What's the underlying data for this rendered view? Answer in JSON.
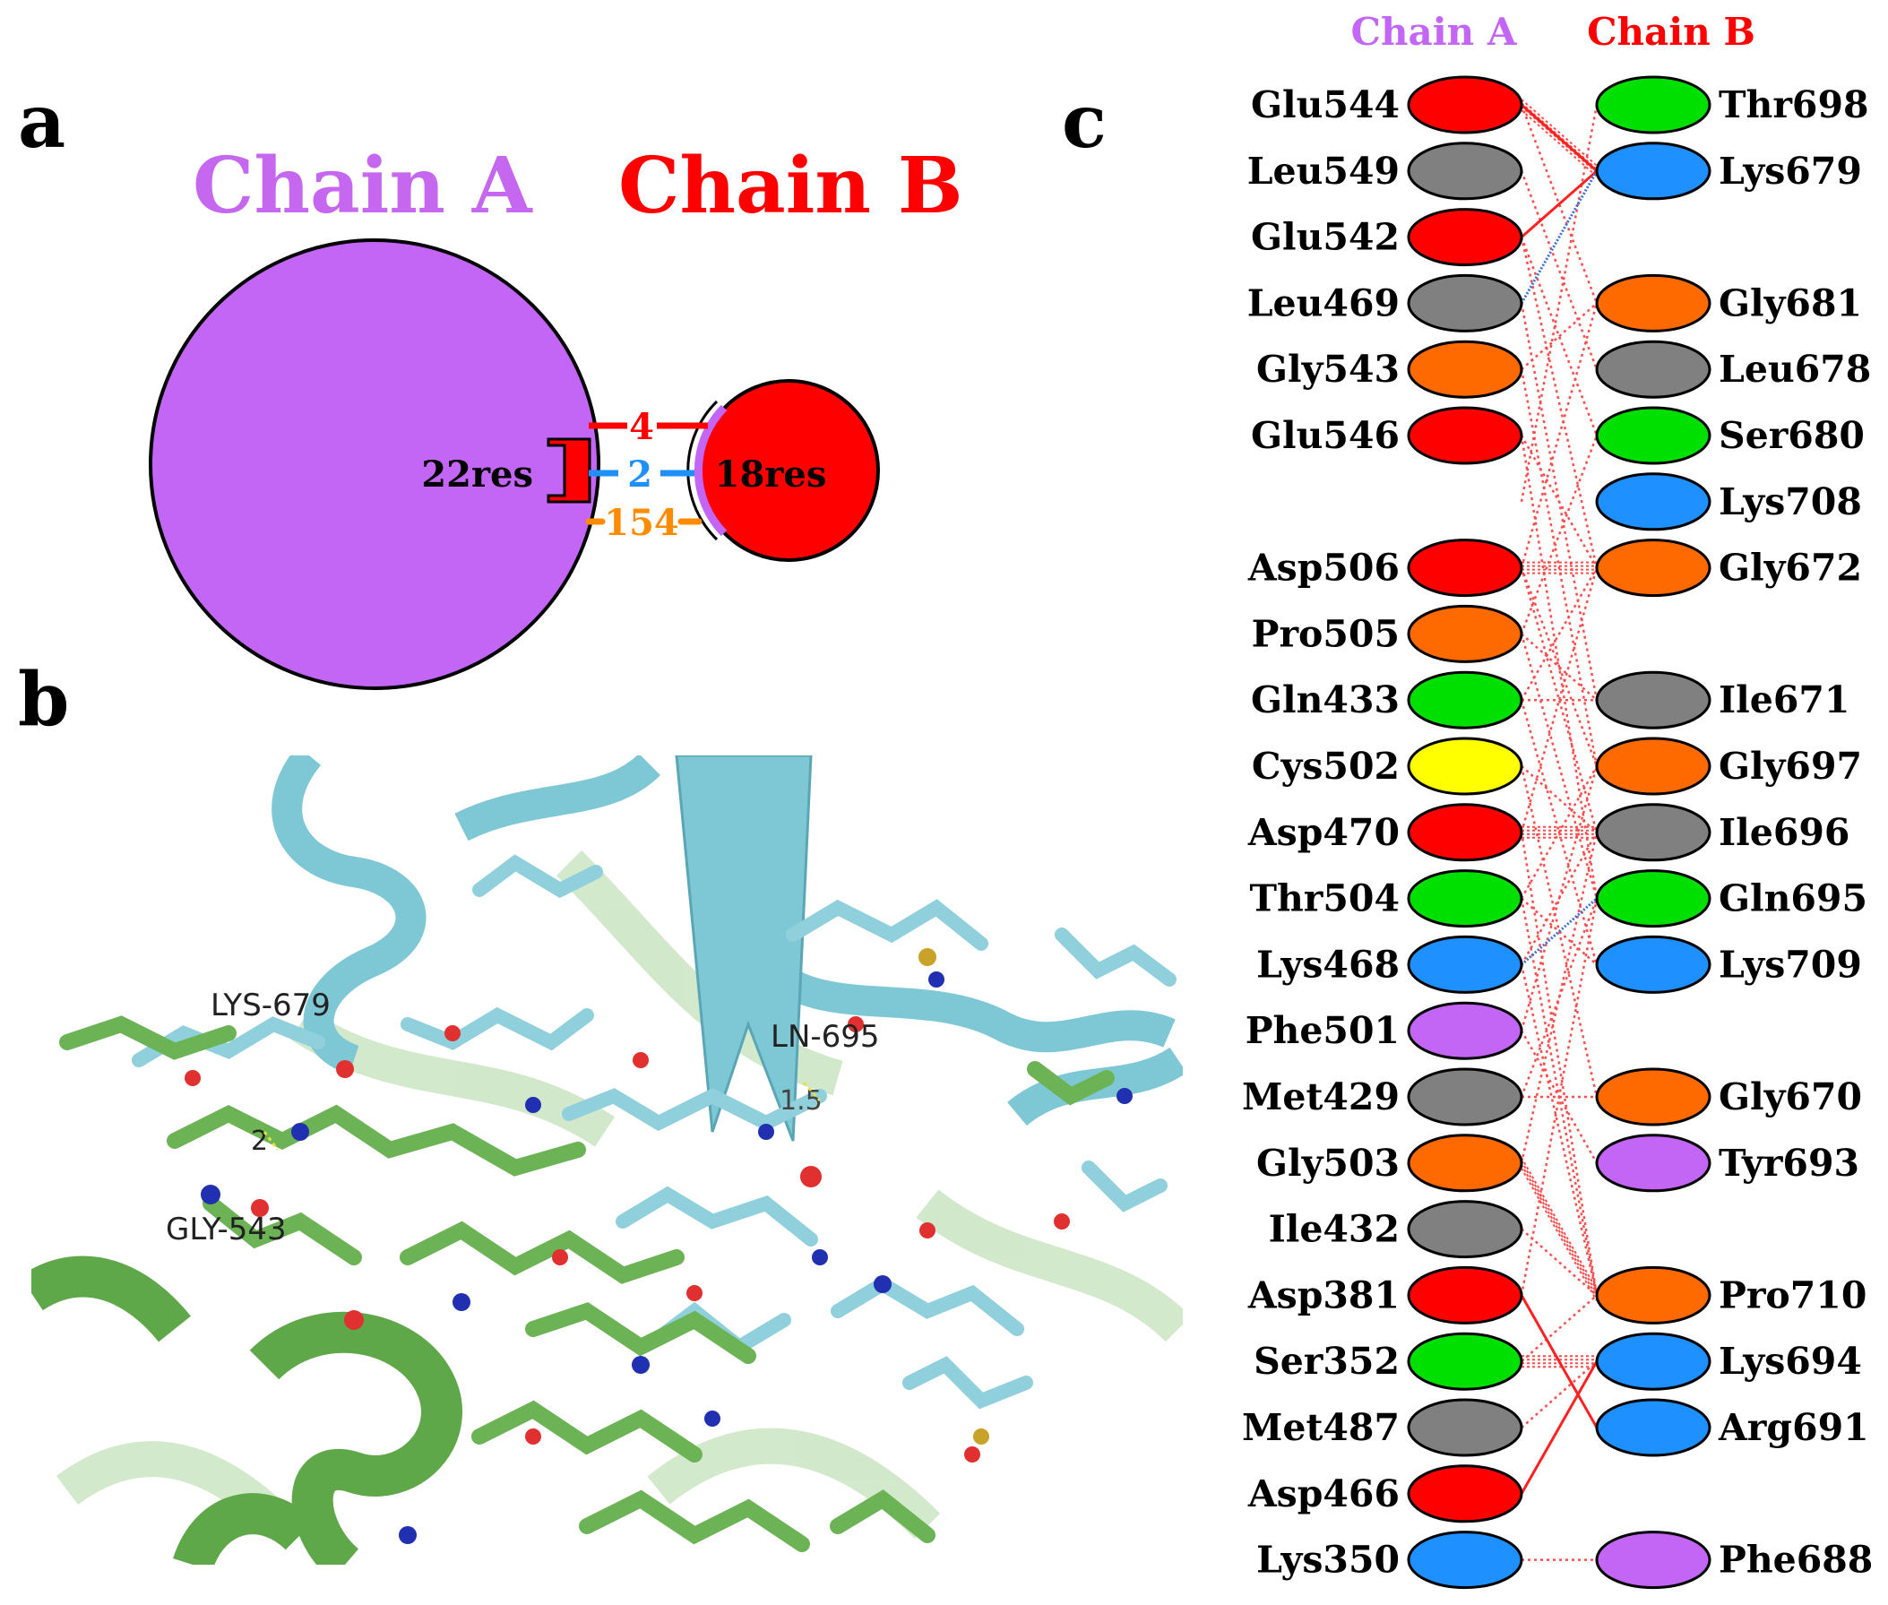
{
  "panel_a": {
    "letter": "a",
    "chain_a_title": "Chain A",
    "chain_b_title": "Chain B",
    "chain_a_res": "22res",
    "chain_b_res": "18res",
    "links": [
      {
        "count": "4",
        "color": "#ff0000"
      },
      {
        "count": "2",
        "color": "#1e90ff"
      },
      {
        "count": "154",
        "color": "#ff8c00"
      }
    ],
    "chain_a_color": "#c466f5",
    "chain_b_color": "#ff0000"
  },
  "panel_b": {
    "letter": "b",
    "labels": [
      "LYS-679",
      "LN-695",
      "GLY-543",
      "1.5",
      "2"
    ],
    "helix_color_b": "#7ec8d6",
    "helix_color_a": "#5fa84a"
  },
  "panel_c": {
    "letter": "c",
    "header_a": "Chain A",
    "header_b": "Chain B",
    "colors": {
      "acidic": "#ff0000",
      "hydrophobic": "#808080",
      "glycine_proline": "#ff6a00",
      "polar": "#00e000",
      "basic": "#1e90ff",
      "cysteine": "#ffff00",
      "aromatic": "#c466f5"
    },
    "chain_a": [
      {
        "row": 0,
        "name": "Glu544",
        "color": "#ff0000"
      },
      {
        "row": 1,
        "name": "Leu549",
        "color": "#808080"
      },
      {
        "row": 2,
        "name": "Glu542",
        "color": "#ff0000"
      },
      {
        "row": 3,
        "name": "Leu469",
        "color": "#808080"
      },
      {
        "row": 4,
        "name": "Gly543",
        "color": "#ff6a00"
      },
      {
        "row": 5,
        "name": "Glu546",
        "color": "#ff0000"
      },
      {
        "row": 7,
        "name": "Asp506",
        "color": "#ff0000"
      },
      {
        "row": 8,
        "name": "Pro505",
        "color": "#ff6a00"
      },
      {
        "row": 9,
        "name": "Gln433",
        "color": "#00e000"
      },
      {
        "row": 10,
        "name": "Cys502",
        "color": "#ffff00"
      },
      {
        "row": 11,
        "name": "Asp470",
        "color": "#ff0000"
      },
      {
        "row": 12,
        "name": "Thr504",
        "color": "#00e000"
      },
      {
        "row": 13,
        "name": "Lys468",
        "color": "#1e90ff"
      },
      {
        "row": 14,
        "name": "Phe501",
        "color": "#c466f5"
      },
      {
        "row": 15,
        "name": "Met429",
        "color": "#808080"
      },
      {
        "row": 16,
        "name": "Gly503",
        "color": "#ff6a00"
      },
      {
        "row": 17,
        "name": "Ile432",
        "color": "#808080"
      },
      {
        "row": 18,
        "name": "Asp381",
        "color": "#ff0000"
      },
      {
        "row": 19,
        "name": "Ser352",
        "color": "#00e000"
      },
      {
        "row": 20,
        "name": "Met487",
        "color": "#808080"
      },
      {
        "row": 21,
        "name": "Asp466",
        "color": "#ff0000"
      },
      {
        "row": 22,
        "name": "Lys350",
        "color": "#1e90ff"
      }
    ],
    "chain_b": [
      {
        "row": 0,
        "name": "Thr698",
        "color": "#00e000"
      },
      {
        "row": 1,
        "name": "Lys679",
        "color": "#1e90ff"
      },
      {
        "row": 3,
        "name": "Gly681",
        "color": "#ff6a00"
      },
      {
        "row": 4,
        "name": "Leu678",
        "color": "#808080"
      },
      {
        "row": 5,
        "name": "Ser680",
        "color": "#00e000"
      },
      {
        "row": 6,
        "name": "Lys708",
        "color": "#1e90ff"
      },
      {
        "row": 7,
        "name": "Gly672",
        "color": "#ff6a00"
      },
      {
        "row": 9,
        "name": "Ile671",
        "color": "#808080"
      },
      {
        "row": 10,
        "name": "Gly697",
        "color": "#ff6a00"
      },
      {
        "row": 11,
        "name": "Ile696",
        "color": "#808080"
      },
      {
        "row": 12,
        "name": "Gln695",
        "color": "#00e000"
      },
      {
        "row": 13,
        "name": "Lys709",
        "color": "#1e90ff"
      },
      {
        "row": 15,
        "name": "Gly670",
        "color": "#ff6a00"
      },
      {
        "row": 16,
        "name": "Tyr693",
        "color": "#c466f5"
      },
      {
        "row": 18,
        "name": "Pro710",
        "color": "#ff6a00"
      },
      {
        "row": 19,
        "name": "Lys694",
        "color": "#1e90ff"
      },
      {
        "row": 20,
        "name": "Arg691",
        "color": "#1e90ff"
      },
      {
        "row": 22,
        "name": "Phe688",
        "color": "#c466f5"
      }
    ],
    "solid_red_links": [
      [
        0,
        1
      ],
      [
        2,
        1
      ],
      [
        18,
        20
      ],
      [
        21,
        19
      ]
    ],
    "blue_links": [
      [
        3,
        1
      ],
      [
        13,
        12
      ]
    ],
    "multi_dotted_links": [
      [
        0,
        1
      ],
      [
        7,
        7
      ],
      [
        11,
        11
      ],
      [
        19,
        19
      ],
      [
        16,
        18
      ]
    ],
    "dotted_links": [
      [
        0,
        3
      ],
      [
        1,
        4
      ],
      [
        2,
        7
      ],
      [
        2,
        5
      ],
      [
        3,
        9
      ],
      [
        4,
        3
      ],
      [
        4,
        10
      ],
      [
        5,
        7
      ],
      [
        5,
        12
      ],
      [
        7,
        3
      ],
      [
        7,
        10
      ],
      [
        7,
        11
      ],
      [
        8,
        9
      ],
      [
        8,
        12
      ],
      [
        9,
        7
      ],
      [
        9,
        9
      ],
      [
        10,
        11
      ],
      [
        10,
        15
      ],
      [
        11,
        7
      ],
      [
        12,
        10
      ],
      [
        12,
        13
      ],
      [
        13,
        11
      ],
      [
        14,
        10
      ],
      [
        14,
        16
      ],
      [
        15,
        15
      ],
      [
        15,
        12
      ],
      [
        16,
        11
      ],
      [
        17,
        18
      ],
      [
        18,
        12
      ],
      [
        19,
        18
      ],
      [
        20,
        19
      ],
      [
        22,
        22
      ],
      [
        12,
        18
      ],
      [
        9,
        13
      ],
      [
        11,
        18
      ],
      [
        6,
        0
      ],
      [
        8,
        5
      ],
      [
        13,
        18
      ]
    ]
  }
}
